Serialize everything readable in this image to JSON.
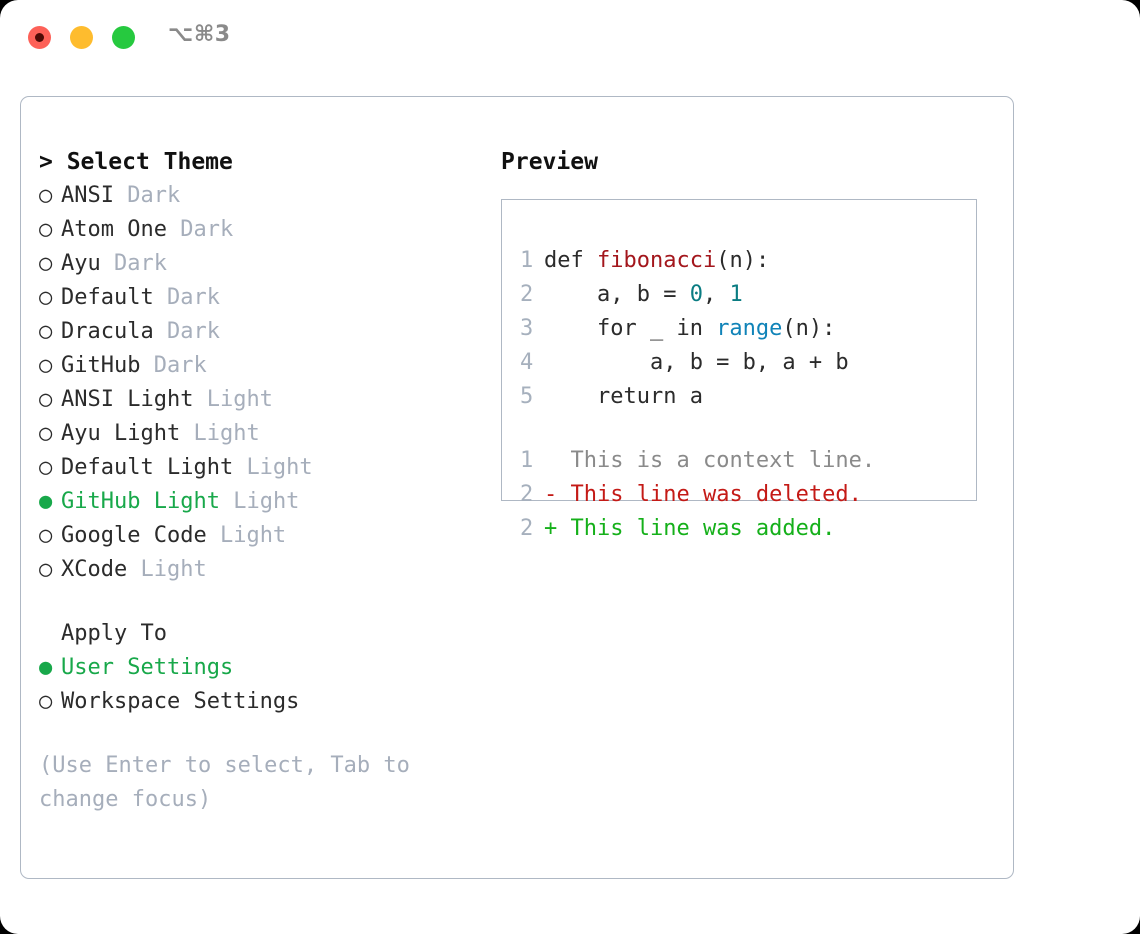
{
  "titlebar": {
    "shortcut": "⌥⌘3",
    "lights": [
      "close-red",
      "minimize-yellow",
      "maximize-green"
    ]
  },
  "left": {
    "header_prefix": "> ",
    "header": "Select Theme",
    "themes": [
      {
        "bullet": "○",
        "name": "ANSI",
        "variant": "Dark",
        "selected": false
      },
      {
        "bullet": "○",
        "name": "Atom One",
        "variant": "Dark",
        "selected": false
      },
      {
        "bullet": "○",
        "name": "Ayu",
        "variant": "Dark",
        "selected": false
      },
      {
        "bullet": "○",
        "name": "Default",
        "variant": "Dark",
        "selected": false
      },
      {
        "bullet": "○",
        "name": "Dracula",
        "variant": "Dark",
        "selected": false
      },
      {
        "bullet": "○",
        "name": "GitHub",
        "variant": "Dark",
        "selected": false
      },
      {
        "bullet": "○",
        "name": "ANSI Light",
        "variant": "Light",
        "selected": false
      },
      {
        "bullet": "○",
        "name": "Ayu Light",
        "variant": "Light",
        "selected": false
      },
      {
        "bullet": "○",
        "name": "Default Light",
        "variant": "Light",
        "selected": false
      },
      {
        "bullet": "●",
        "name": "GitHub Light",
        "variant": "Light",
        "selected": true
      },
      {
        "bullet": "○",
        "name": "Google Code",
        "variant": "Light",
        "selected": false
      },
      {
        "bullet": "○",
        "name": "XCode",
        "variant": "Light",
        "selected": false
      }
    ],
    "apply_to_title": "Apply To",
    "apply_to": [
      {
        "bullet": "●",
        "name": "User Settings",
        "selected": true
      },
      {
        "bullet": "○",
        "name": "Workspace Settings",
        "selected": false
      }
    ],
    "hint": "(Use Enter to select, Tab to change focus)"
  },
  "right": {
    "preview_title": "Preview",
    "code_lines": [
      {
        "no": "1",
        "parts": [
          {
            "t": "def ",
            "c": "plain"
          },
          {
            "t": "fibonacci",
            "c": "fn"
          },
          {
            "t": "(n):",
            "c": "plain"
          }
        ]
      },
      {
        "no": "2",
        "parts": [
          {
            "t": "    a, b = ",
            "c": "plain"
          },
          {
            "t": "0",
            "c": "num"
          },
          {
            "t": ", ",
            "c": "plain"
          },
          {
            "t": "1",
            "c": "num"
          }
        ]
      },
      {
        "no": "3",
        "parts": [
          {
            "t": "    for _ in ",
            "c": "plain"
          },
          {
            "t": "range",
            "c": "kw"
          },
          {
            "t": "(n):",
            "c": "plain"
          }
        ]
      },
      {
        "no": "4",
        "parts": [
          {
            "t": "        a, b = b, a + b",
            "c": "plain"
          }
        ]
      },
      {
        "no": "5",
        "parts": [
          {
            "t": "    return a",
            "c": "plain"
          }
        ]
      }
    ],
    "diff_lines": [
      {
        "no": "1",
        "marker": "  ",
        "text": "This is a context line.",
        "kind": "ctx"
      },
      {
        "no": "2",
        "marker": "- ",
        "text": "This line was deleted.",
        "kind": "del"
      },
      {
        "no": "2",
        "marker": "+ ",
        "text": "This line was added.",
        "kind": "add"
      }
    ]
  },
  "colors": {
    "accent_green": "#18A84A",
    "muted": "#A6AEBB",
    "border": "#AFB8C4",
    "fn_red": "#A3161C",
    "num_teal": "#0A7C82",
    "kw_blue": "#1083B8",
    "diff_del": "#C41A16",
    "diff_add": "#15B01A"
  }
}
